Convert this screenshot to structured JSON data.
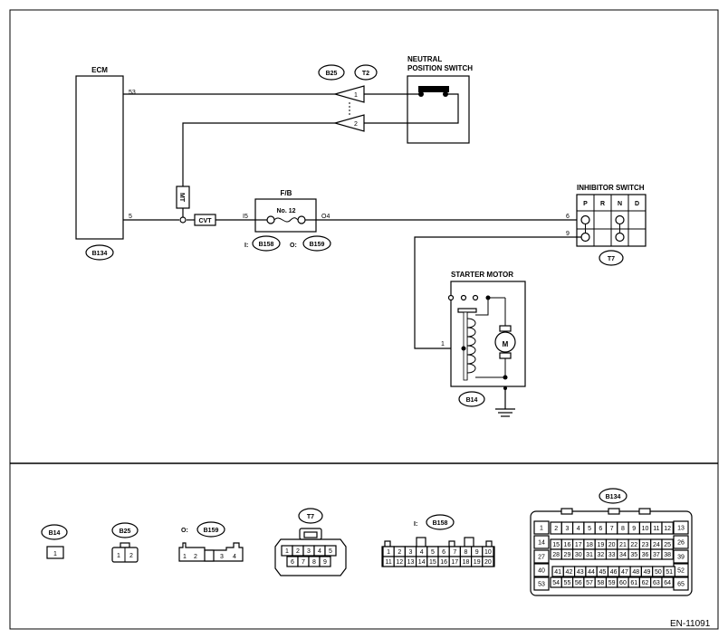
{
  "components": {
    "ecm": "ECM",
    "neutral_switch_line1": "NEUTRAL",
    "neutral_switch_line2": "POSITION SWITCH",
    "fb": "F/B",
    "fuse": "No. 12",
    "inhibitor_switch": "INHIBITOR SWITCH",
    "starter_motor": "STARTER MOTOR",
    "motor_symbol": "M",
    "mt": "MT",
    "cvt": "CVT"
  },
  "connectors": {
    "b25": "B25",
    "t2": "T2",
    "b134": "B134",
    "b158": "B158",
    "b159": "B159",
    "t7": "T7",
    "b14": "B14",
    "prefix_i": "I:",
    "prefix_o": "O:"
  },
  "pins": {
    "ecm_53": "53",
    "ecm_5": "5",
    "conn_1": "1",
    "conn_2": "2",
    "fb_i5": "I5",
    "fb_o4": "O4",
    "inh_6": "6",
    "inh_9": "9",
    "starter_1": "1"
  },
  "inhibitor_positions": [
    "P",
    "R",
    "N",
    "D"
  ],
  "connector_views": {
    "b14_pins": [
      "1"
    ],
    "b25_pins": [
      "1",
      "2"
    ],
    "b159_pins": [
      "1",
      "2",
      "3",
      "4"
    ],
    "t7_row1": [
      "1",
      "2",
      "3",
      "4",
      "5"
    ],
    "t7_row2": [
      "6",
      "7",
      "8",
      "9"
    ],
    "b158_row1": [
      "1",
      "2",
      "3",
      "4",
      "5",
      "6",
      "7",
      "8",
      "9",
      "10"
    ],
    "b158_row2": [
      "11",
      "12",
      "13",
      "14",
      "15",
      "16",
      "17",
      "18",
      "19",
      "20"
    ],
    "b134_left": [
      "1",
      "14",
      "27",
      "40",
      "53"
    ],
    "b134_right": [
      "13",
      "26",
      "39",
      "52",
      "65"
    ],
    "b134_row1": [
      "2",
      "3",
      "4",
      "5",
      "6",
      "7",
      "8",
      "9",
      "10",
      "11",
      "12"
    ],
    "b134_row2": [
      "15",
      "16",
      "17",
      "18",
      "19",
      "20",
      "21",
      "22",
      "23",
      "24",
      "25"
    ],
    "b134_row3": [
      "28",
      "29",
      "30",
      "31",
      "32",
      "33",
      "34",
      "35",
      "36",
      "37",
      "38"
    ],
    "b134_row4": [
      "41",
      "42",
      "43",
      "44",
      "45",
      "46",
      "47",
      "48",
      "49",
      "50",
      "51"
    ],
    "b134_row5": [
      "54",
      "55",
      "56",
      "57",
      "58",
      "59",
      "60",
      "61",
      "62",
      "63",
      "64"
    ]
  },
  "figure_code": "EN-11091"
}
